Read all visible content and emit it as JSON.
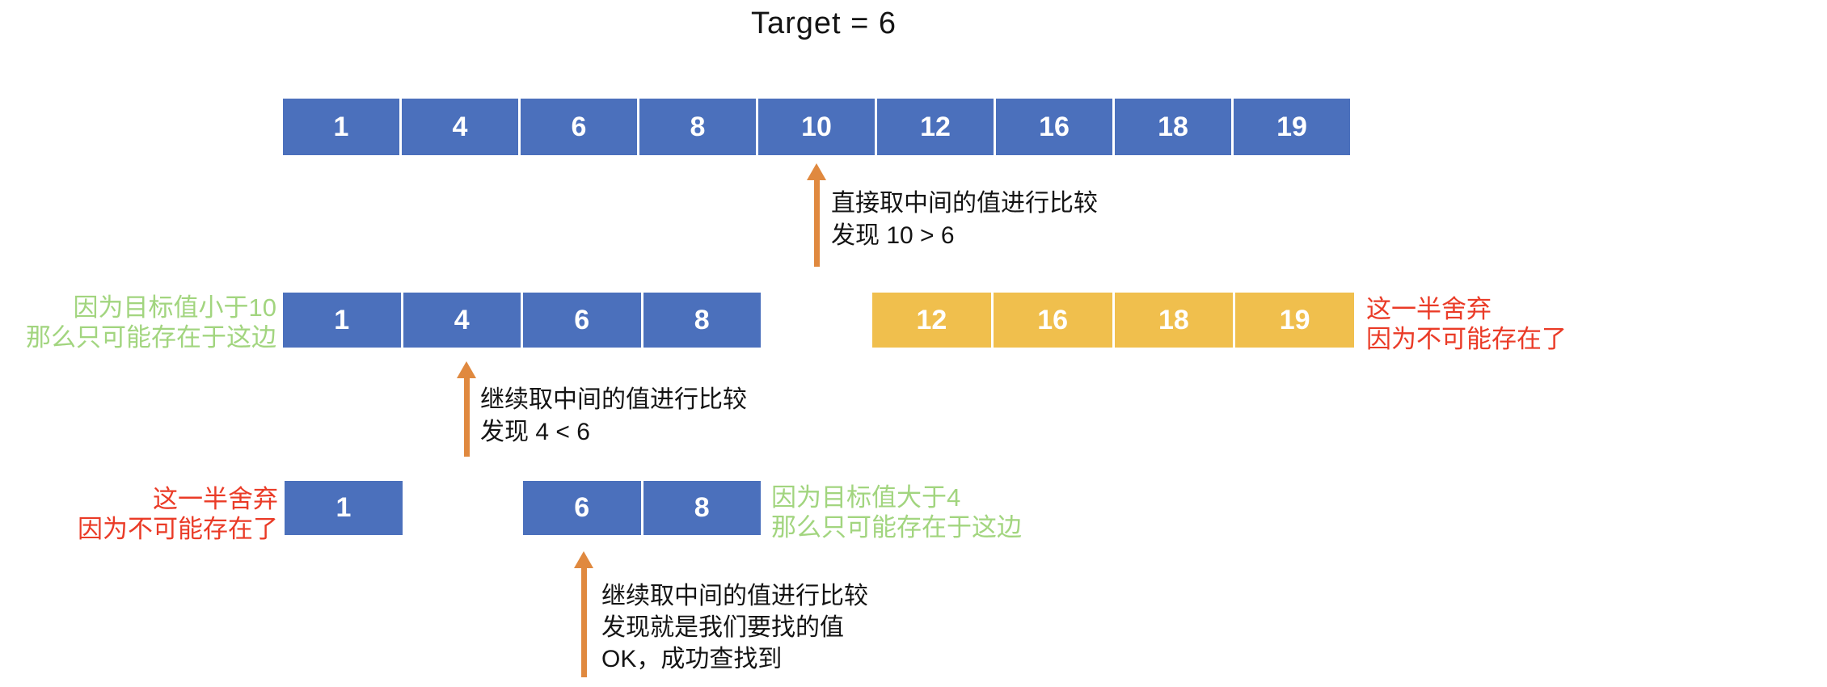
{
  "title": "Target = 6",
  "colors": {
    "array_blue": "#4B70BC",
    "array_gold": "#F0BF4D",
    "arrow_orange": "#E0893F",
    "text_green": "#A2D57F",
    "text_red": "#EA3B27"
  },
  "arrays": {
    "full": [
      "1",
      "4",
      "6",
      "8",
      "10",
      "12",
      "16",
      "18",
      "19"
    ],
    "left_half": [
      "1",
      "4",
      "6",
      "8"
    ],
    "right_half": [
      "12",
      "16",
      "18",
      "19"
    ],
    "single_one": [
      "1"
    ],
    "six_eight": [
      "6",
      "8"
    ]
  },
  "labels": {
    "keep_left": [
      "因为目标值小于10",
      "那么只可能存在于这边"
    ],
    "discard_right": [
      "这一半舍弃",
      "因为不可能存在了"
    ],
    "discard_left": [
      "这一半舍弃",
      "因为不可能存在了"
    ],
    "keep_right": [
      "因为目标值大于4",
      "那么只可能存在于这边"
    ]
  },
  "steps": {
    "step1": [
      "直接取中间的值进行比较",
      "发现 10 > 6"
    ],
    "step2": [
      "继续取中间的值进行比较",
      "发现 4 < 6"
    ],
    "step3": [
      "继续取中间的值进行比较",
      "发现就是我们要找的值",
      "OK，成功查找到"
    ]
  }
}
